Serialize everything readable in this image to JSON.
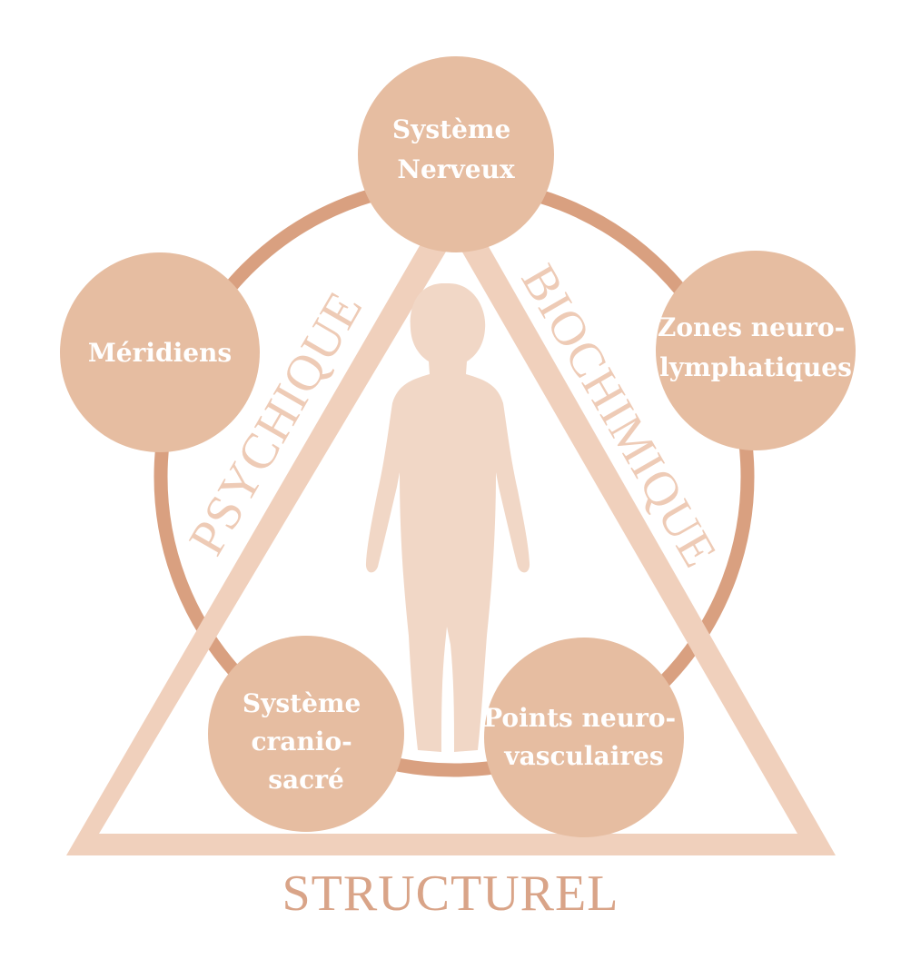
{
  "colors": {
    "ring": "#d9a080",
    "node_fill": "#e6bda1",
    "triangle": "#f0d0bc",
    "side_text": "#eecbb6",
    "base_text": "#d9a488",
    "figure": "#f1d7c6",
    "node_text": "#ffffff"
  },
  "icons": {
    "figure": "human-silhouette-icon"
  },
  "nodes": {
    "top": {
      "lines": [
        "Système",
        "Nerveux"
      ]
    },
    "left": {
      "lines": [
        "Méridiens"
      ]
    },
    "right": {
      "lines": [
        "Zones neuro-",
        "lymphatiques"
      ]
    },
    "bottom_left": {
      "lines": [
        "Système",
        "cranio-",
        "sacré"
      ]
    },
    "bottom_right": {
      "lines": [
        "Points neuro-",
        "vasculaires"
      ]
    }
  },
  "sides": {
    "left": "PSYCHIQUE",
    "right": "BIOCHIMIQUE",
    "base": "STRUCTUREL"
  }
}
